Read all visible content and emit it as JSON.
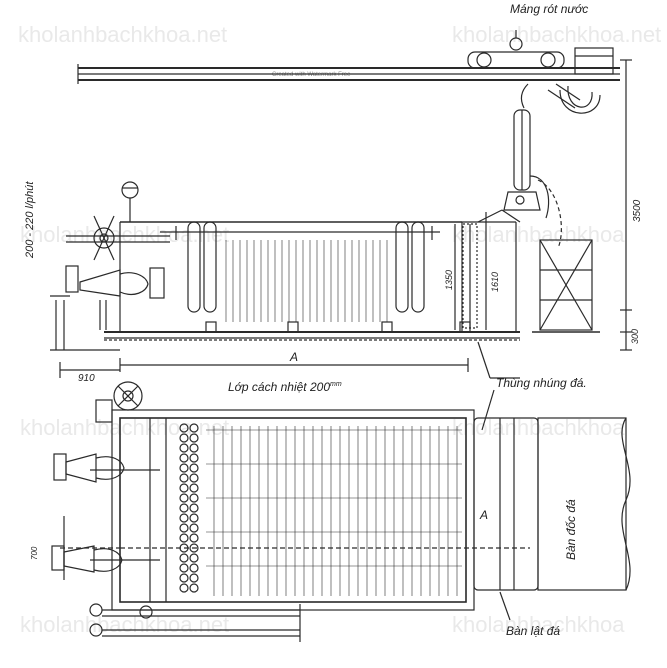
{
  "watermark": {
    "site": "kholanhbachkhoa.net",
    "brand": "kholanhbachkhoa",
    "created": "Created with Watermark Free"
  },
  "labels": {
    "mang_rot_nuoc": "Máng rót nước",
    "flow_rate": "200 - 220 l/phút",
    "dim_3500": "3500",
    "dim_1350": "1350",
    "dim_1610": "1610",
    "dim_300": "300",
    "dim_910": "910",
    "dim_A": "A",
    "dim_A2": "A",
    "lop_cach_nhiet": "Lớp cách nhiệt 200",
    "lop_unit": "mm",
    "thung_nhung_da": "Thùng nhúng đá.",
    "ban_doc_da": "Bàn đốc đá",
    "ban_lat_da": "Bàn lật đá",
    "dim_700": "700"
  },
  "colors": {
    "ink": "#2a2a2a",
    "watermark": "#e6e6e6"
  }
}
